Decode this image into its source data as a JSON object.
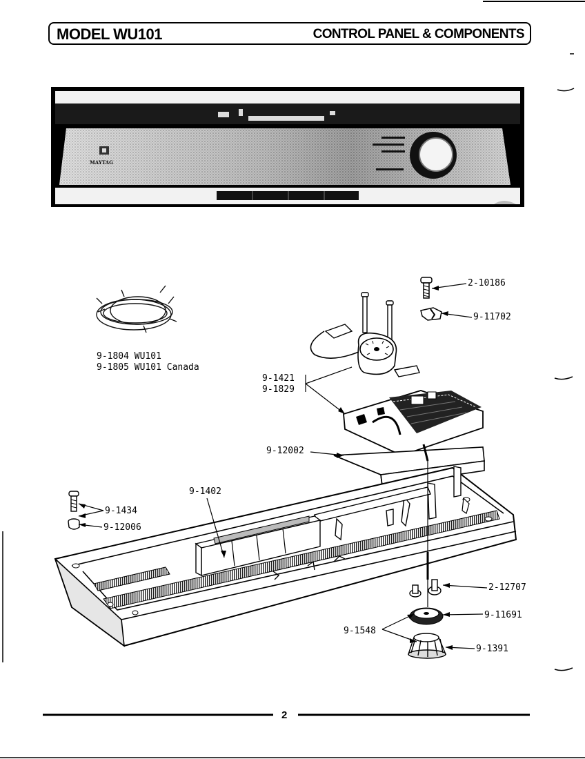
{
  "header": {
    "model": "MODEL WU101",
    "section": "CONTROL PANEL & COMPONENTS"
  },
  "photo": {
    "brand": "MAYTAG"
  },
  "callouts": {
    "screw_top": "2-10186",
    "clip": "9-11702",
    "harness_1": "9-1804 WU101",
    "harness_2": "9-1805 WU101 Canada",
    "timer_1": "9-1421",
    "timer_2": "9-1829",
    "shield": "9-12002",
    "panel_insert": "9-1402",
    "screw_left": "9-1434",
    "washer_left": "9-12006",
    "bolt_right": "2-12707",
    "dial": "9-11691",
    "knob_set": "9-1548",
    "knob": "9-1391"
  },
  "footer": {
    "page": "2"
  }
}
